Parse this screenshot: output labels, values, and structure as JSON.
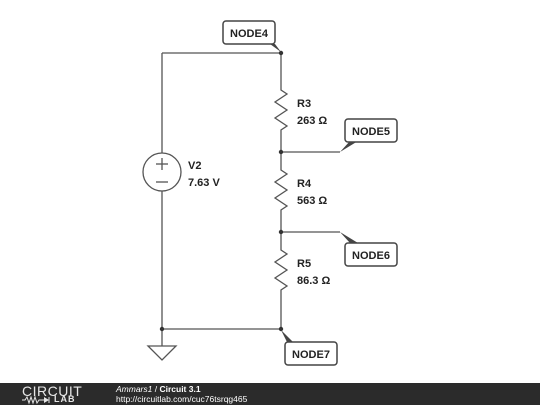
{
  "circuit": {
    "source": {
      "name": "V2",
      "value": "7.63 V"
    },
    "resistors": [
      {
        "name": "R3",
        "value": "263 Ω"
      },
      {
        "name": "R4",
        "value": "563 Ω"
      },
      {
        "name": "R5",
        "value": "86.3 Ω"
      }
    ],
    "nodes": [
      "NODE4",
      "NODE5",
      "NODE6",
      "NODE7"
    ],
    "symbols": {
      "plus": "+",
      "minus": "−"
    }
  },
  "footer": {
    "logo_top": "CIRCUIT",
    "logo_bottom": "LAB",
    "author": "Ammars1",
    "separator": " / ",
    "title": "Circuit 3.1",
    "url": "http://circuitlab.com/cuc76tsrqg465"
  }
}
